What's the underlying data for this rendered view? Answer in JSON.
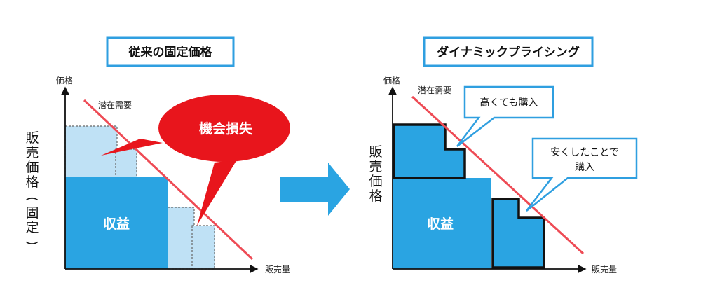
{
  "left": {
    "title": "従来の固定価格",
    "y_axis_small": "価格",
    "y_axis_big": "販売価格(固定)",
    "x_axis": "販売量",
    "demand_label": "潜在需要",
    "loss_label": "機会損失",
    "revenue_label": "収益"
  },
  "arrow": {
    "name": "right-arrow-icon"
  },
  "right": {
    "title": "ダイナミックプライシング",
    "y_axis_small": "価格",
    "y_axis_big": "販売価格",
    "x_axis": "販売量",
    "demand_label": "潜在需要",
    "revenue_label": "収益",
    "callout_high": "高くても購入",
    "callout_cheap_line1": "安くしたことで",
    "callout_cheap_line2": "購入"
  },
  "colors": {
    "revenue_blue": "#2aa4e2",
    "loss_light_blue": "#bfe1f5",
    "demand_line_red": "#ee4b55",
    "loss_bubble_red": "#e8151c",
    "title_border": "#2f9fe0",
    "arrow_blue": "#2aa4e2"
  }
}
